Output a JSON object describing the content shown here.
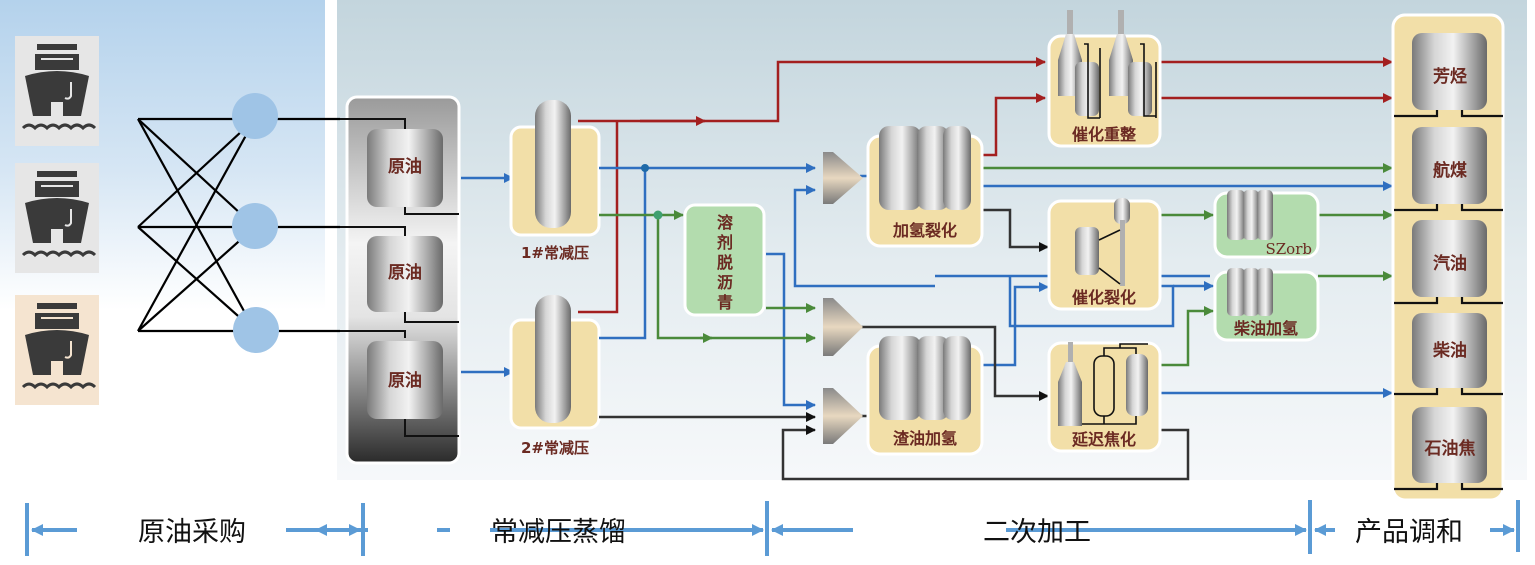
{
  "stages": [
    {
      "label": "原油采购"
    },
    {
      "label": "常减压蒸馏"
    },
    {
      "label": "二次加工"
    },
    {
      "label": "产品调和"
    }
  ],
  "ships": [
    {
      "icon": "ship-icon",
      "background": "#e6e6e6"
    },
    {
      "icon": "ship-icon",
      "background": "#e6e6e6"
    },
    {
      "icon": "ship-icon",
      "background": "#f5e4d0"
    }
  ],
  "crude_tanks": [
    {
      "label": "原油"
    },
    {
      "label": "原油"
    },
    {
      "label": "原油"
    }
  ],
  "distillation_units": [
    {
      "label": "1#常减压"
    },
    {
      "label": "2#常减压"
    }
  ],
  "units": {
    "deasphalting": {
      "chars": [
        "溶",
        "剂",
        "脱",
        "沥",
        "青"
      ]
    },
    "hydrocracking": {
      "label": "加氢裂化"
    },
    "reforming": {
      "label": "催化重整"
    },
    "fcc": {
      "label": "催化裂化"
    },
    "resid_hydro": {
      "label": "渣油加氢"
    },
    "coking": {
      "label": "延迟焦化"
    },
    "szorb": {
      "label": "SZorb"
    },
    "diesel_hydro": {
      "label": "柴油加氢"
    }
  },
  "products": [
    {
      "label": "芳烃"
    },
    {
      "label": "航煤"
    },
    {
      "label": "汽油"
    },
    {
      "label": "柴油"
    },
    {
      "label": "石油焦"
    }
  ],
  "colors": {
    "red_stream": "#a31f1f",
    "blue_stream": "#2f6fc0",
    "green_stream": "#4a8a3a",
    "black_stream": "#222222",
    "unit_tan": "#f2dfa8",
    "unit_green": "#b3dcae",
    "node_blue": "#9fc4e6",
    "stage_arrow": "#5b9bd5",
    "label_text": "#6b2a22"
  }
}
